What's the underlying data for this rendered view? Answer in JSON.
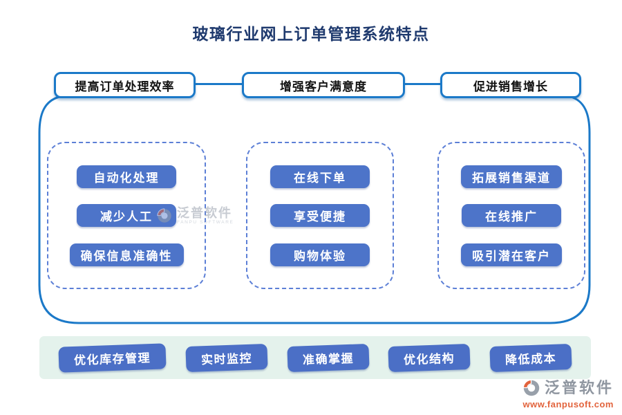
{
  "title": "玻璃行业网上订单管理系统特点",
  "groups": [
    {
      "header": "提高订单处理效率",
      "items": [
        "自动化处理",
        "减少人工",
        "确保信息准确性"
      ]
    },
    {
      "header": "增强客户满意度",
      "items": [
        "在线下单",
        "享受便捷",
        "购物体验"
      ]
    },
    {
      "header": "促进销售增长",
      "items": [
        "拓展销售渠道",
        "在线推广",
        "吸引潜在客户"
      ]
    }
  ],
  "footer_items": [
    "优化库存管理",
    "实时监控",
    "准确掌握",
    "优化结构",
    "降低成本"
  ],
  "watermark_center": {
    "name": "泛普软件",
    "caption": "FANPU SOFTWARE"
  },
  "watermark_footer": {
    "name": "泛普软件",
    "url": "www.fanpusoft.com"
  },
  "colors": {
    "accent_blue": "#1b79c8",
    "pill_blue": "#4d74c9",
    "dashed_blue": "#5c7fd6",
    "title_navy": "#1f3a6e",
    "footer_mint": "#e4f2ec",
    "logo_orange": "#e2633c",
    "logo_gray": "#98a0aa"
  }
}
